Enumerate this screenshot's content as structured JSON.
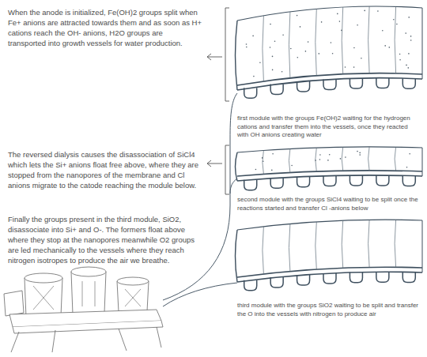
{
  "diagram": {
    "nodes": [
      {
        "text": [
          "first module with the groups Fe(OH)2 waiting for the hydrogen cations and transfer them into the vessels, once they reacted with OH anions creating water"
        ]
      },
      {
        "text": [
          "second module with the groups SiCl4 waiting to be split once the reactions started and transfer Cl -anions below"
        ]
      },
      {
        "text": [
          "third module with the groups SiO2 waiting to be split and transfer the O into the vessels with nitrogen to produce air"
        ]
      }
    ],
    "labels": [
      "When the anode is initialized, Fe(OH)2 groups split when Fe+ anions are attracted towards them and as soon as H+ cations reach the OH- anions, H2O groups are transported into growth vessels for water production.",
      "The reversed dialysis causes the disassociation of SiCl4 which lets the Si+ anions float free above, where they are stopped from the nanopores of the membrane and Cl anions migrate to the catode reaching the module below.",
      "Finally the groups present in the third module, SiO2, disassociate into Si+ and O-. The formers float above where they stop at the nanopores meanwhile O2 groups are led mechanically to the vessels where they reach nitrogen isotropes to produce the air we breathe."
    ]
  }
}
